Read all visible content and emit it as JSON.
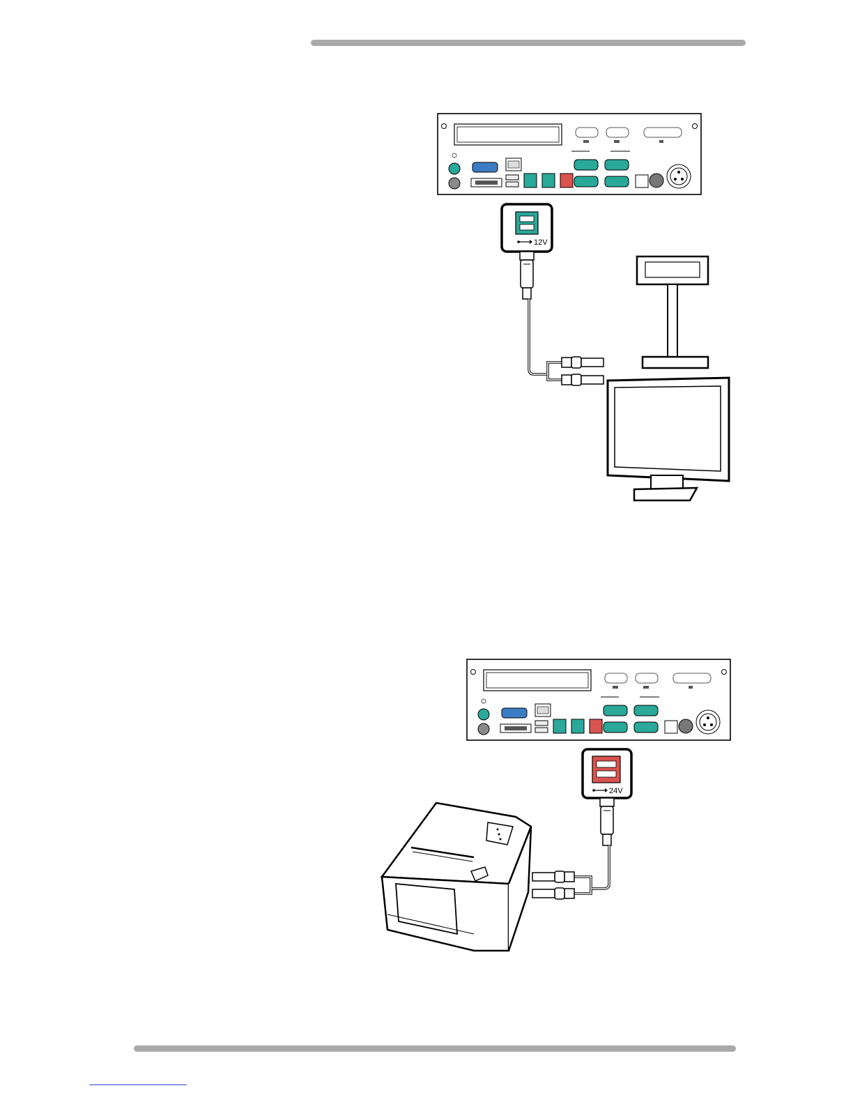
{
  "page": {
    "colors": {
      "rule": "#a9a9a9",
      "port_teal": "#2aa89a",
      "port_red": "#d9534f",
      "port_blue": "#3b7dc4",
      "line": "#000000",
      "link": "#2b3fd0"
    }
  },
  "figure_top": {
    "port_label": "12V",
    "port_icon": "powered-usb-icon",
    "port_color": "#2aa89a",
    "devices": [
      "pole-display",
      "lcd-monitor"
    ]
  },
  "figure_bottom": {
    "port_label": "24V",
    "port_icon": "powered-usb-icon",
    "port_color": "#d9534f",
    "devices": [
      "receipt-printer"
    ]
  }
}
